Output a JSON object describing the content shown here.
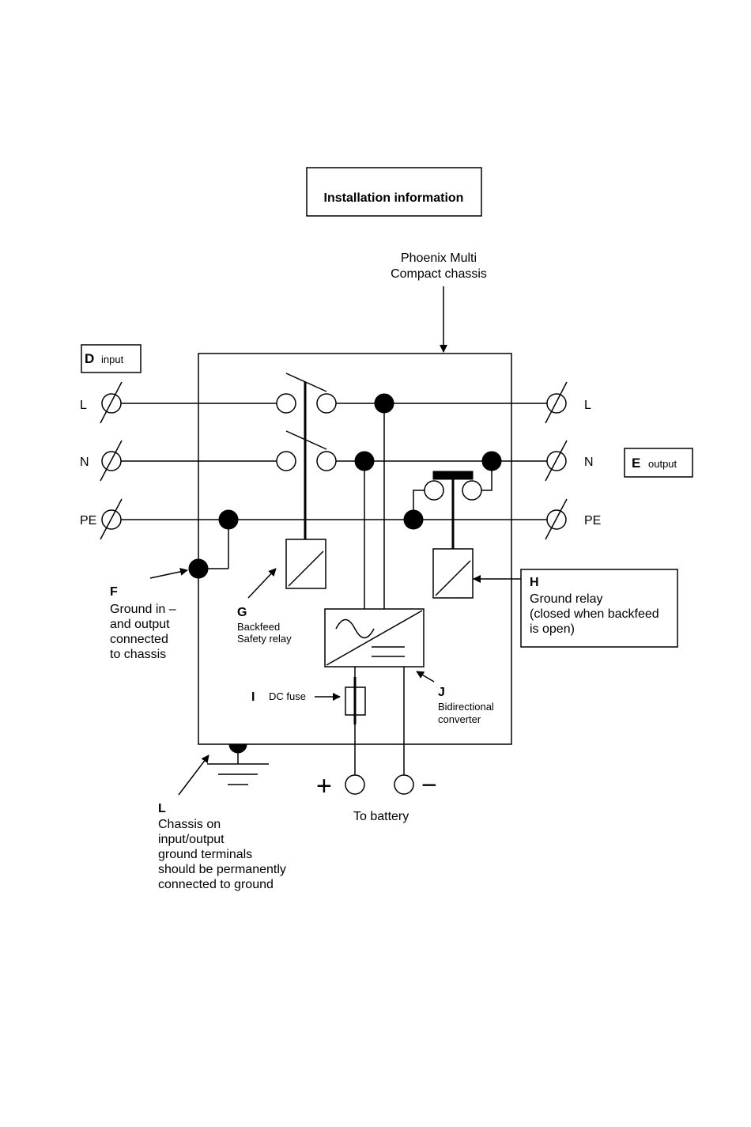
{
  "title": "Installation information",
  "chassis_label": [
    "Phoenix Multi",
    "Compact chassis"
  ],
  "input_box": {
    "letter": "D",
    "text": "input"
  },
  "output_box": {
    "letter": "E",
    "text": "output"
  },
  "left_terminals": [
    "L",
    "N",
    "PE"
  ],
  "right_terminals": [
    "L",
    "N",
    "PE"
  ],
  "callout_f": {
    "letter": "F",
    "lines": [
      "Ground in –",
      "and output",
      "connected",
      "to chassis"
    ]
  },
  "callout_g": {
    "letter": "G",
    "lines": [
      "Backfeed",
      "Safety relay"
    ]
  },
  "callout_h": {
    "letter": "H",
    "lines": [
      "Ground relay",
      "(closed when backfeed",
      "is open)"
    ]
  },
  "callout_i": {
    "letter": "I",
    "text": "DC fuse"
  },
  "callout_j": {
    "letter": "J",
    "lines": [
      "Bidirectional",
      "converter"
    ]
  },
  "callout_l": {
    "letter": "L",
    "lines": [
      "Chassis on",
      "input/output",
      "ground terminals",
      "should be permanently",
      "connected to ground"
    ]
  },
  "battery": {
    "plus": "+",
    "minus": "−",
    "label": "To battery"
  }
}
